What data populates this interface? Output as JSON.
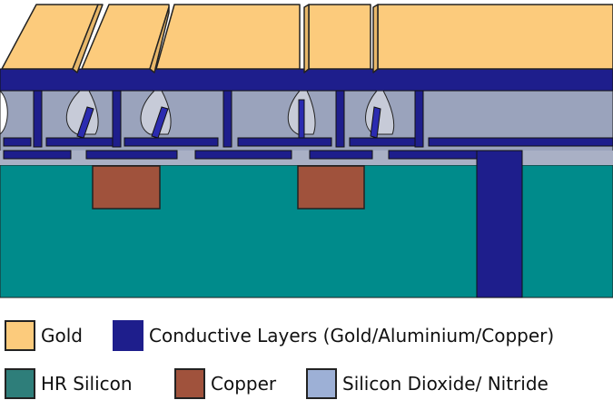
{
  "colors": {
    "gold": "#FCCB7C",
    "conductive": "#1E1E8C",
    "hr_silicon": "#008B8B",
    "copper": "#A0523C",
    "silicon_dioxide": "#9AA3BC",
    "outline": "#222222"
  },
  "legend": {
    "items": [
      {
        "key": "gold",
        "label": "Gold"
      },
      {
        "key": "conductive",
        "label": "Conductive Layers (Gold/Aluminium/Copper)"
      },
      {
        "key": "hr_silicon",
        "label": "HR Silicon"
      },
      {
        "key": "copper",
        "label": "Copper"
      },
      {
        "key": "silicon_dioxide",
        "label": "Silicon Dioxide/ Nitride"
      }
    ]
  }
}
